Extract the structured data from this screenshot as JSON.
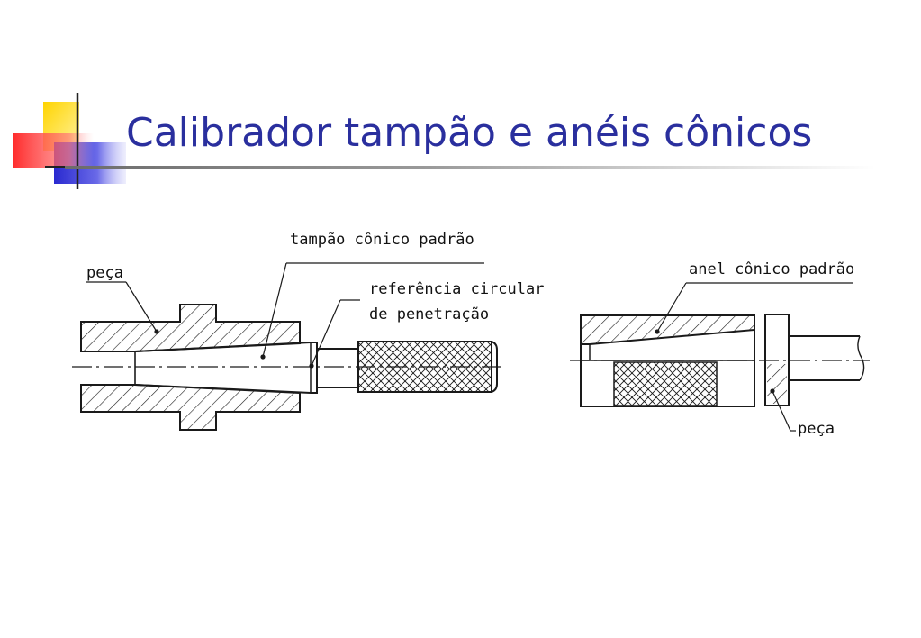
{
  "slide": {
    "title": "Calibrador tampão e anéis cônicos"
  },
  "labels": {
    "peca_left": "peça",
    "tampao": "tampão cônico padrão",
    "referencia_line1": "referência circular",
    "referencia_line2": "de penetração",
    "anel": "anel cônico padrão",
    "peca_right": "peça"
  },
  "colors": {
    "title": "#2a2f9e",
    "logo_yellow": "#ffd400",
    "logo_red": "#ff3b3b",
    "logo_blue": "#3434d8"
  }
}
